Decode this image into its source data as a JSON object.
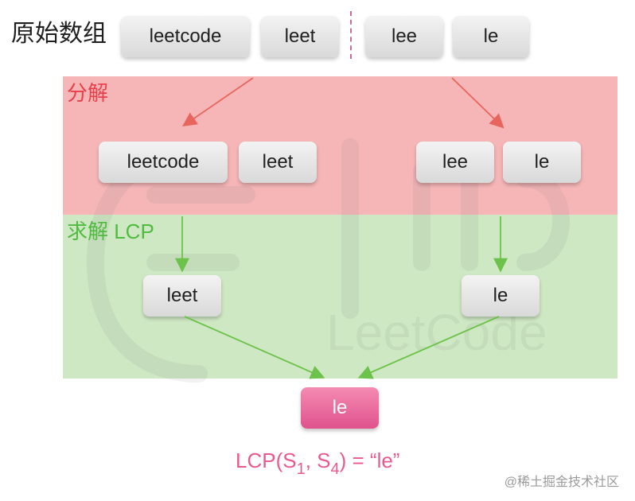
{
  "title": "原始数组",
  "row_original": [
    "leetcode",
    "leet",
    "lee",
    "le"
  ],
  "stage_divide": {
    "label": "分解",
    "color": "#e8404a",
    "boxes": [
      "leetcode",
      "leet",
      "lee",
      "le"
    ]
  },
  "stage_solve": {
    "label": "求解 LCP",
    "color": "#4fbb3f",
    "boxes": [
      "leet",
      "le"
    ]
  },
  "result": "le",
  "formula": {
    "prefix": "LCP(S",
    "sub1": "1",
    "middle": ", S",
    "sub2": "4",
    "suffix": ")  = “le”"
  },
  "watermark": {
    "brand": "LeetCode",
    "credit": "@稀土掘金技术社区"
  },
  "colors": {
    "divide_band": "#f6b6b8",
    "solve_band": "#cfe8c4",
    "divide_arrow": "#e8655d",
    "solve_arrow": "#6cc24a",
    "result_box": "#e85a8e"
  }
}
